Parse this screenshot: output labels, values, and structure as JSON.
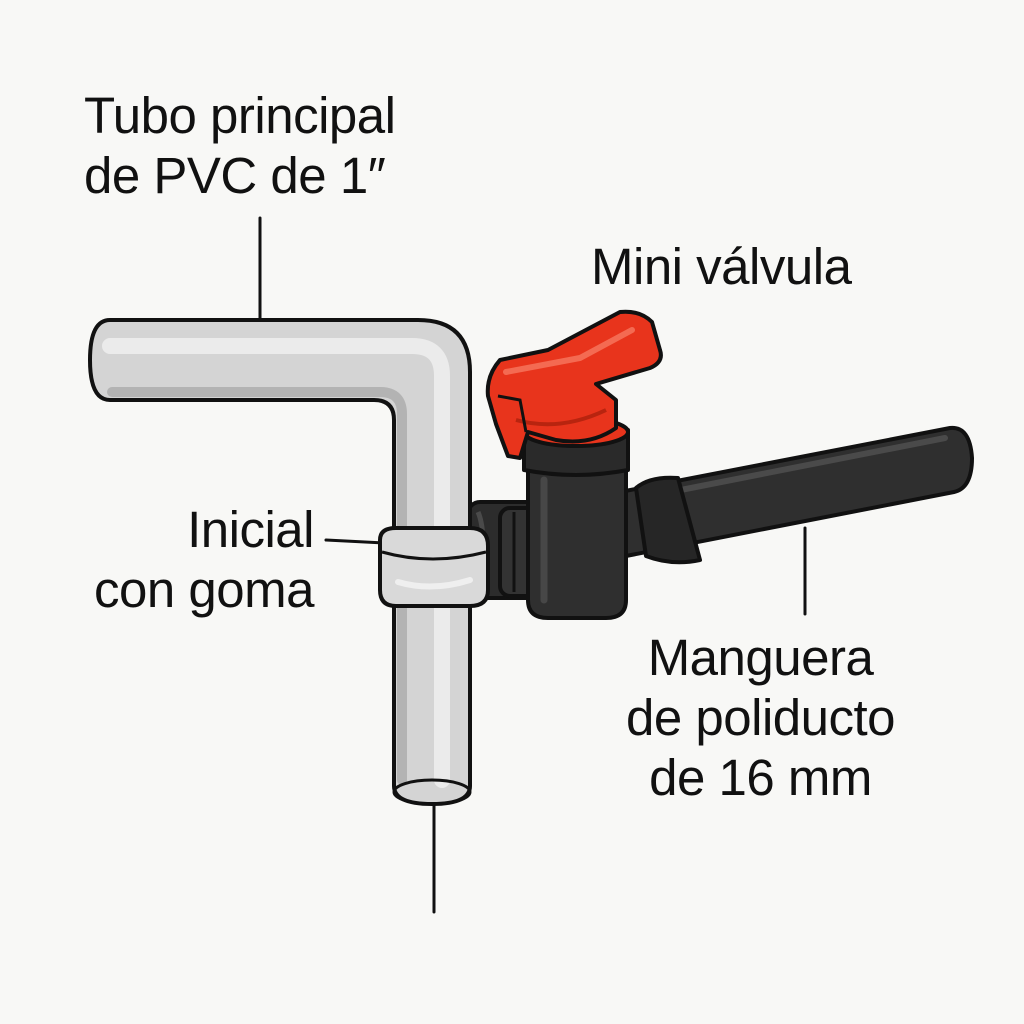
{
  "labels": {
    "main_pipe": {
      "line1": "Tubo principal",
      "line2": "de PVC de 1″"
    },
    "mini_valve": {
      "line1": "Mini válvula"
    },
    "starter": {
      "line1": "Inicial",
      "line2": "con goma"
    },
    "hose": {
      "line1": "Manguera",
      "line2": "de poliducto",
      "line3": "de 16 mm"
    }
  },
  "colors": {
    "background": "#f8f8f6",
    "pvc_pipe": "#d4d4d4",
    "pvc_highlight": "#ebebeb",
    "pvc_shadow": "#b3b3b3",
    "fitting_black": "#2f2f2f",
    "valve_handle": "#e8341c",
    "outline": "#111111"
  }
}
